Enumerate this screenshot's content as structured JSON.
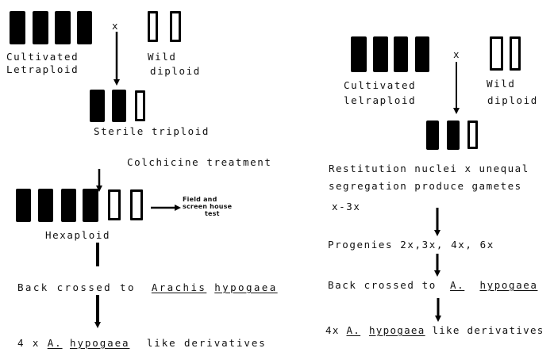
{
  "left": {
    "cross_symbol": "x",
    "parent_cultivated": [
      "Cultivated",
      "Letraploid"
    ],
    "parent_wild": [
      "Wild",
      "diploid"
    ],
    "triploid_label": "Sterile triploid",
    "treatment": "Colchicine treatment",
    "hexaploid_label": "Hexaploid",
    "field_note": [
      "Field and",
      "screen house",
      "test"
    ],
    "backcross": {
      "prefix": "Back crossed to",
      "species": "Arachis",
      "epithet": "hypogaea"
    },
    "result": {
      "prefix": "4 x",
      "genus": "A.",
      "epithet": "hypogaea",
      "suffix": "like derivatives"
    }
  },
  "right": {
    "cross_symbol": "x",
    "parent_cultivated": [
      "Cultivated",
      "lelraploid"
    ],
    "parent_wild": [
      "Wild",
      "diploid"
    ],
    "restitution": [
      "Restitution nuclei x unequal",
      "segregation produce gametes"
    ],
    "gametes": "x-3x",
    "progenies": "Progenies 2x,3x, 4x, 6x",
    "backcross": {
      "prefix": "Back crossed to",
      "genus": "A.",
      "epithet": "hypogaea"
    },
    "result": {
      "prefix": "4x",
      "genus": "A.",
      "epithet": "hypogaea",
      "suffix": "like derivatives"
    }
  },
  "colors": {
    "ink": "#111111",
    "background": "#ffffff"
  }
}
